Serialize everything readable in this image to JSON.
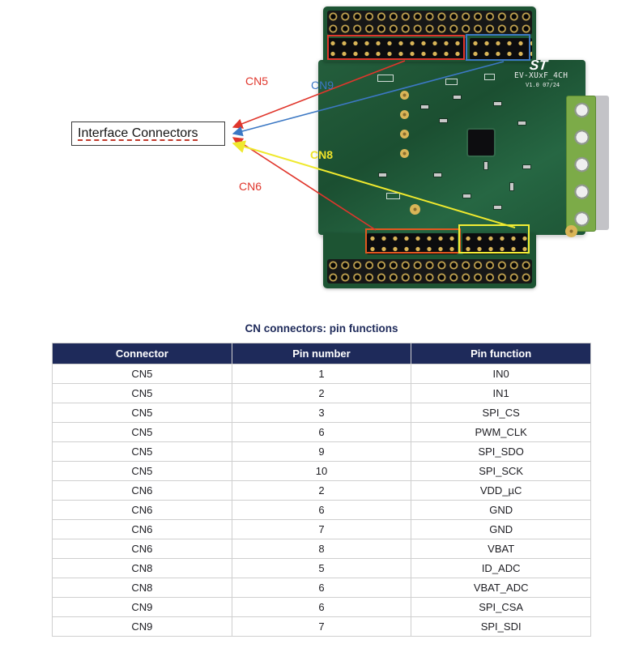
{
  "figure": {
    "interface_label": "Interface Connectors",
    "board": {
      "name": "EV-XUxF_4CH",
      "version": "V1.0 07/24",
      "logo_text": "ST"
    },
    "callouts": {
      "cn5": {
        "label": "CN5",
        "color": "#e0362c"
      },
      "cn9": {
        "label": "CN9",
        "color": "#3c78c4"
      },
      "cn8": {
        "label": "CN8",
        "color": "#f2ee35"
      },
      "cn6": {
        "label": "CN6",
        "color": "#e0362c",
        "box_color": "#e2581f"
      }
    }
  },
  "table": {
    "title": "CN connectors: pin functions",
    "headers": [
      "Connector",
      "Pin number",
      "Pin function"
    ],
    "rows": [
      [
        "CN5",
        "1",
        "IN0"
      ],
      [
        "CN5",
        "2",
        "IN1"
      ],
      [
        "CN5",
        "3",
        "SPI_CS"
      ],
      [
        "CN5",
        "6",
        "PWM_CLK"
      ],
      [
        "CN5",
        "9",
        "SPI_SDO"
      ],
      [
        "CN5",
        "10",
        "SPI_SCK"
      ],
      [
        "CN6",
        "2",
        "VDD_µC"
      ],
      [
        "CN6",
        "6",
        "GND"
      ],
      [
        "CN6",
        "7",
        "GND"
      ],
      [
        "CN6",
        "8",
        "VBAT"
      ],
      [
        "CN8",
        "5",
        "ID_ADC"
      ],
      [
        "CN8",
        "6",
        "VBAT_ADC"
      ],
      [
        "CN9",
        "6",
        "SPI_CSA"
      ],
      [
        "CN9",
        "7",
        "SPI_SDI"
      ]
    ]
  },
  "colors": {
    "table_header_bg": "#1e2a5a",
    "table_header_text": "#ffffff",
    "title_text": "#1e2a5a",
    "board_green": "#1f5837",
    "annotation_red": "#e0362c",
    "annotation_blue": "#3c78c4",
    "annotation_yellow": "#f2ee35",
    "annotation_orange": "#e2581f"
  }
}
